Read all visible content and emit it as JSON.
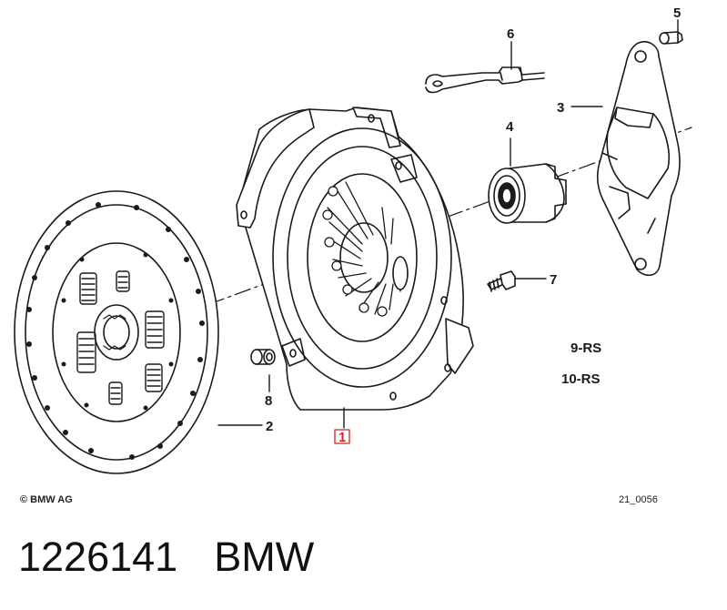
{
  "callouts": {
    "c1": "1",
    "c2": "2",
    "c3": "3",
    "c4": "4",
    "c5": "5",
    "c6": "6",
    "c7": "7",
    "c8": "8",
    "v9": "9-RS",
    "v10": "10-RS"
  },
  "copyright": "© BMW AG",
  "figure_id": "21_0056",
  "footer": {
    "part_number": "1226141",
    "brand": "BMW"
  },
  "colors": {
    "line": "#1a1a1a",
    "highlight": "#d22222"
  }
}
